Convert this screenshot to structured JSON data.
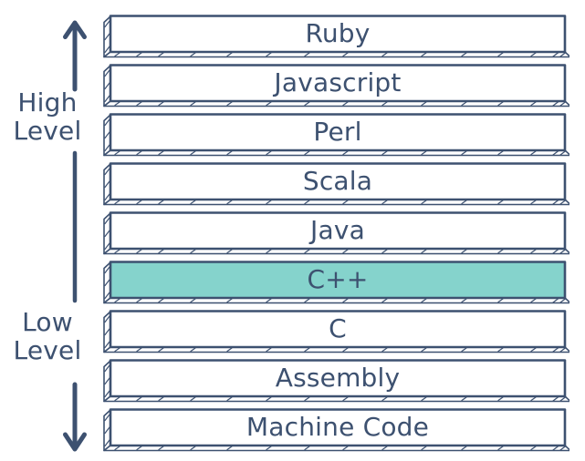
{
  "colors": {
    "ink": "#3d5170",
    "highlight": "#85d3cc",
    "background": "#ffffff"
  },
  "axis": {
    "high_label": "High Level",
    "low_label": "Low Level",
    "up_arrow_icon": "↑",
    "down_arrow_icon": "↓"
  },
  "rows": [
    {
      "label": "Ruby",
      "highlighted": false
    },
    {
      "label": "Javascript",
      "highlighted": false
    },
    {
      "label": "Perl",
      "highlighted": false
    },
    {
      "label": "Scala",
      "highlighted": false
    },
    {
      "label": "Java",
      "highlighted": false
    },
    {
      "label": "C++",
      "highlighted": true
    },
    {
      "label": "C",
      "highlighted": false
    },
    {
      "label": "Assembly",
      "highlighted": false
    },
    {
      "label": "Machine Code",
      "highlighted": false
    }
  ]
}
